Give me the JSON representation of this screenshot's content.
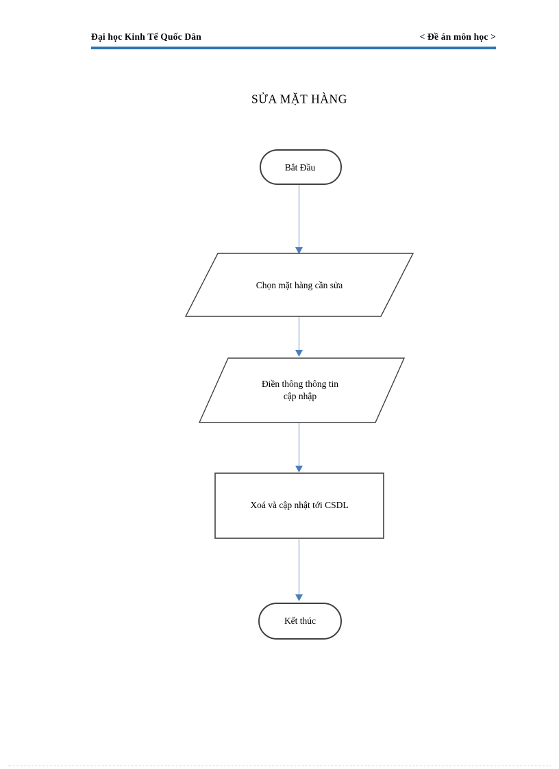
{
  "page": {
    "header": {
      "left": "Đại học Kinh Tế Quốc Dân",
      "right": "< Đề án môn học >"
    },
    "title": "SỬA MẶT HÀNG",
    "flowchart": {
      "nodes": [
        {
          "id": "start",
          "type": "terminator",
          "label": "Bắt Đầu"
        },
        {
          "id": "select",
          "type": "parallelogram",
          "label": "Chọn mặt hàng cần sửa"
        },
        {
          "id": "fill",
          "type": "parallelogram",
          "label": "Điền thông thông tin\ncập nhập"
        },
        {
          "id": "update",
          "type": "process",
          "label": "Xoá và cập nhật tới CSDL"
        },
        {
          "id": "end",
          "type": "terminator",
          "label": "Kết thúc"
        }
      ],
      "edges": [
        {
          "from": "start",
          "to": "select"
        },
        {
          "from": "select",
          "to": "fill"
        },
        {
          "from": "fill",
          "to": "update"
        },
        {
          "from": "update",
          "to": "end"
        }
      ]
    },
    "colors": {
      "header_rule": "#2e74b5",
      "shape_border": "#404040",
      "arrow_line": "#95b3d7",
      "arrow_head": "#4a7ebb",
      "text": "#000000",
      "bottom_dotted_line": "#c9c9c9"
    }
  }
}
